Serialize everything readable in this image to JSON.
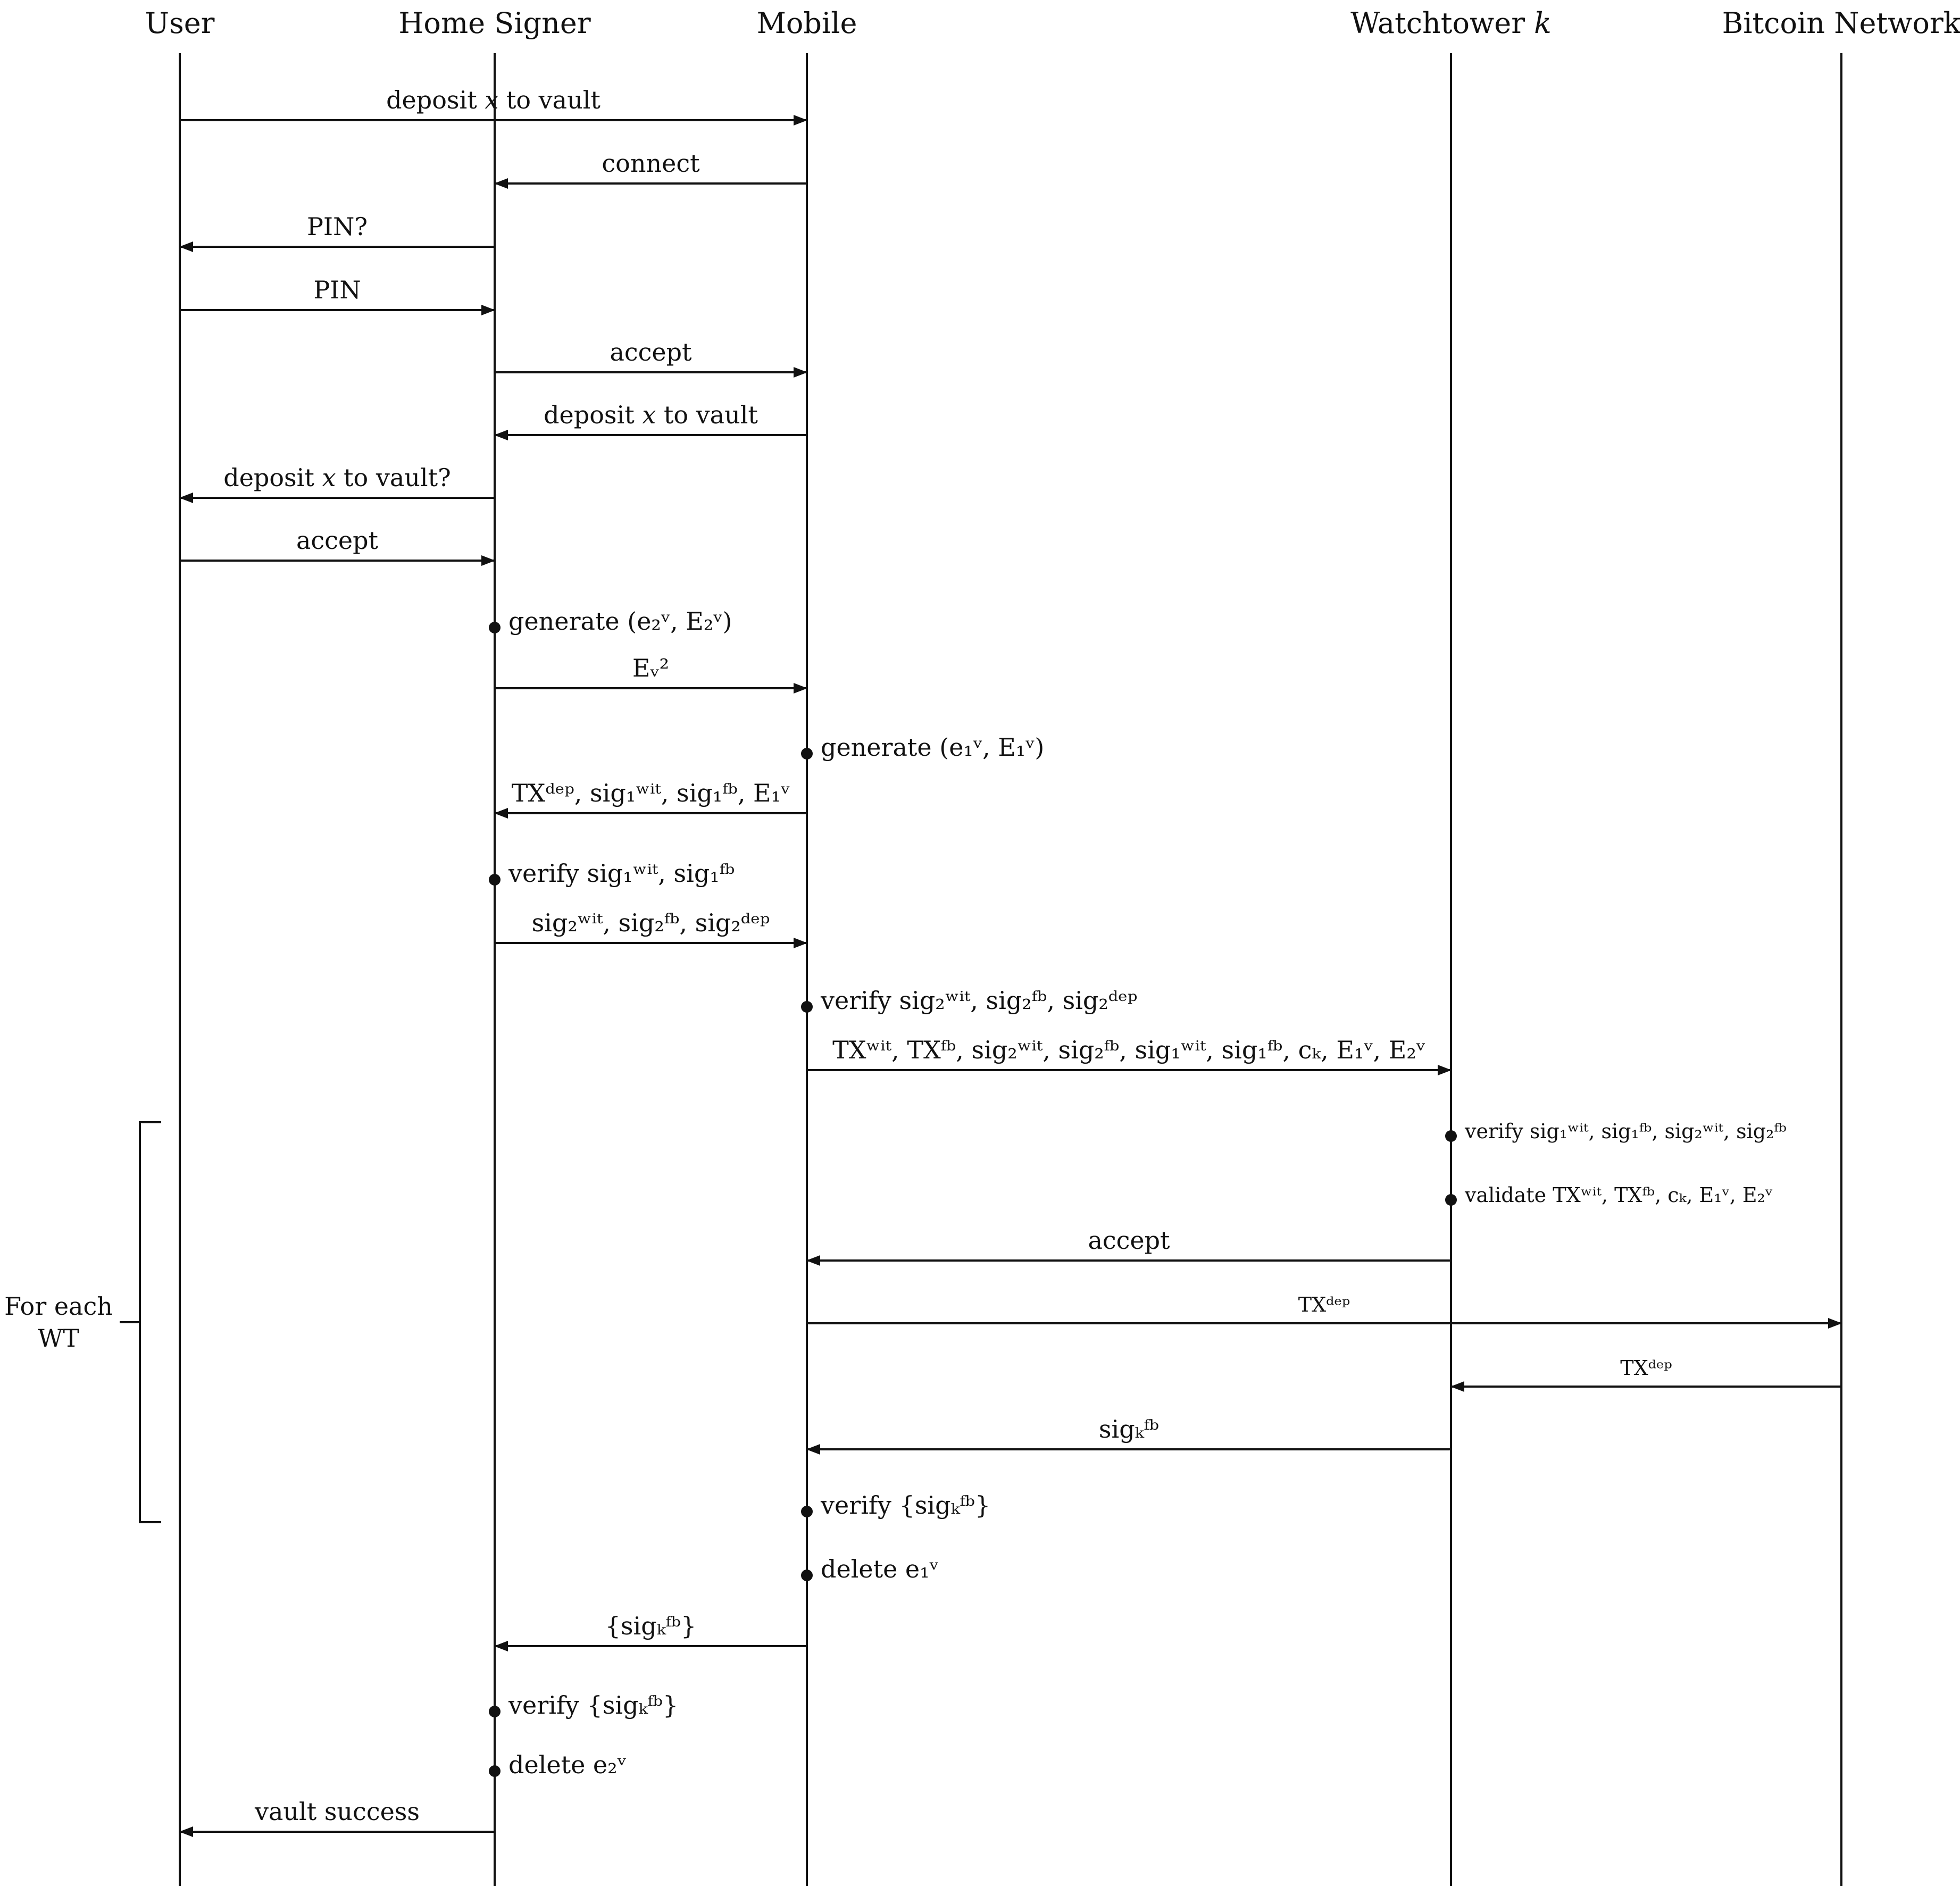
{
  "participants": [
    {
      "id": "user",
      "label": "User"
    },
    {
      "id": "home",
      "label": "Home Signer"
    },
    {
      "id": "mobile",
      "label": "Mobile"
    },
    {
      "id": "wt",
      "label": "Watchtower 𝑘"
    },
    {
      "id": "btc",
      "label": "Bitcoin Network"
    }
  ],
  "events": [
    {
      "kind": "msg",
      "from": "user",
      "to": "mobile",
      "label": "deposit 𝑥  to vault"
    },
    {
      "kind": "msg",
      "from": "mobile",
      "to": "home",
      "label": "connect"
    },
    {
      "kind": "msg",
      "from": "home",
      "to": "user",
      "label": "PIN?"
    },
    {
      "kind": "msg",
      "from": "user",
      "to": "home",
      "label": "PIN"
    },
    {
      "kind": "msg",
      "from": "home",
      "to": "mobile",
      "label": "accept"
    },
    {
      "kind": "msg",
      "from": "mobile",
      "to": "home",
      "label": "deposit 𝑥 to vault"
    },
    {
      "kind": "msg",
      "from": "home",
      "to": "user",
      "label": "deposit 𝑥 to vault?"
    },
    {
      "kind": "msg",
      "from": "user",
      "to": "home",
      "label": "accept"
    },
    {
      "kind": "note",
      "at": "home",
      "label": "generate (e₂ᵛ, E₂ᵛ)"
    },
    {
      "kind": "msg",
      "from": "home",
      "to": "mobile",
      "label": "Eᵥ²"
    },
    {
      "kind": "note",
      "at": "mobile",
      "label": "generate (e₁ᵛ, E₁ᵛ)"
    },
    {
      "kind": "msg",
      "from": "mobile",
      "to": "home",
      "label": "TXᵈᵉᵖ, sig₁ʷⁱᵗ, sig₁ᶠᵇ, E₁ᵛ"
    },
    {
      "kind": "note",
      "at": "home",
      "label": "verify sig₁ʷⁱᵗ, sig₁ᶠᵇ"
    },
    {
      "kind": "msg",
      "from": "home",
      "to": "mobile",
      "label": "sig₂ʷⁱᵗ, sig₂ᶠᵇ, sig₂ᵈᵉᵖ"
    },
    {
      "kind": "note",
      "at": "mobile",
      "label": "verify sig₂ʷⁱᵗ, sig₂ᶠᵇ, sig₂ᵈᵉᵖ"
    },
    {
      "kind": "msg",
      "from": "mobile",
      "to": "wt",
      "label": "TXʷⁱᵗ, TXᶠᵇ, sig₂ʷⁱᵗ, sig₂ᶠᵇ, sig₁ʷⁱᵗ, sig₁ᶠᵇ, cₖ, E₁ᵛ, E₂ᵛ"
    },
    {
      "kind": "note",
      "at": "wt",
      "small": true,
      "label": "verify sig₁ʷⁱᵗ, sig₁ᶠᵇ, sig₂ʷⁱᵗ, sig₂ᶠᵇ"
    },
    {
      "kind": "note",
      "at": "wt",
      "small": true,
      "label": "validate TXʷⁱᵗ, TXᶠᵇ, cₖ, E₁ᵛ, E₂ᵛ"
    },
    {
      "kind": "msg",
      "from": "wt",
      "to": "mobile",
      "label": "accept"
    },
    {
      "kind": "msg",
      "from": "mobile",
      "to": "btc",
      "small": true,
      "label": "TXᵈᵉᵖ"
    },
    {
      "kind": "msg",
      "from": "btc",
      "to": "wt",
      "small": true,
      "label": "TXᵈᵉᵖ"
    },
    {
      "kind": "msg",
      "from": "wt",
      "to": "mobile",
      "label": "sigₖᶠᵇ"
    },
    {
      "kind": "note",
      "at": "mobile",
      "label": "verify {sigₖᶠᵇ}"
    },
    {
      "kind": "note",
      "at": "mobile",
      "label": "delete e₁ᵛ"
    },
    {
      "kind": "msg",
      "from": "mobile",
      "to": "home",
      "label": "{sigₖᶠᵇ}"
    },
    {
      "kind": "note",
      "at": "home",
      "label": "verify {sigₖᶠᵇ}"
    },
    {
      "kind": "note",
      "at": "home",
      "label": "delete e₂ᵛ"
    },
    {
      "kind": "msg",
      "from": "home",
      "to": "user",
      "label": "vault success"
    }
  ],
  "bracket": {
    "label_lines": [
      "For each",
      "WT"
    ]
  }
}
